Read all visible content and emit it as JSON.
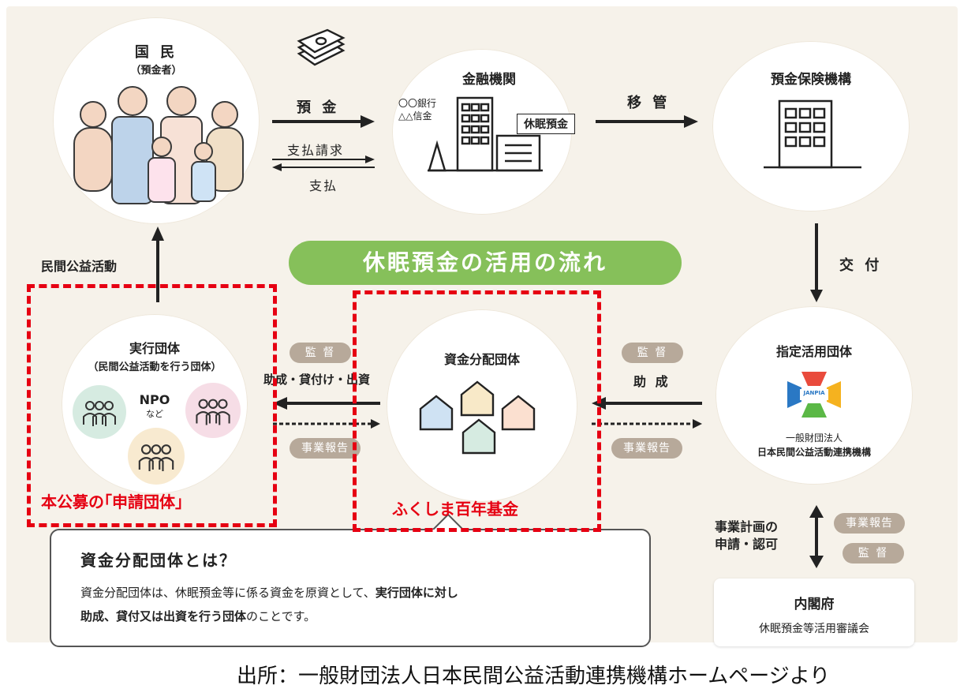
{
  "citizens": {
    "title": "国 民",
    "subtitle": "（預金者）"
  },
  "bank": {
    "title": "金融機関",
    "label1": "〇〇銀行",
    "label2": "△△信金",
    "dormant_tag": "休眠預金"
  },
  "dic": {
    "title": "預金保険機構"
  },
  "flows": {
    "deposit": "預 金",
    "payment_request": "支払請求",
    "payment": "支払",
    "transfer": "移 管",
    "grant_issue": "交 付",
    "public_activity": "民間公益活動",
    "grant": "助 成",
    "grant_loan_invest": "助成・貸付け・出資",
    "plan": "事業計画の\n申請・認可"
  },
  "pills": {
    "supervise": "監 督",
    "report": "事業報告"
  },
  "banner": "休眠預金の活用の流れ",
  "implementing": {
    "title": "実行団体",
    "subtitle": "（民間公益活動を行う団体）",
    "npo": "NPO",
    "npo_sub": "など"
  },
  "distribution": {
    "title": "資金分配団体"
  },
  "designated": {
    "title": "指定活用団体",
    "logo_text": "JANPIA",
    "org_type": "一般財団法人",
    "org_name": "日本民間公益活動連携機構"
  },
  "cabinet": {
    "title": "内閣府",
    "subtitle": "休眠預金等活用審議会"
  },
  "annotations": {
    "applicant": "本公募の｢申請団体｣",
    "fukushima": "ふくしま百年基金"
  },
  "callout": {
    "title": "資金分配団体とは？",
    "body_line1_a": "資金分配団体は、休眠預金等に係る資金を原資として、",
    "body_line1_b": "実行団体に対し",
    "body_line2_a": "助成、貸付又は出資を行う団体",
    "body_line2_b": "のことです。"
  },
  "footer": "出所：一般財団法人日本民間公益活動連携機構ホームページより",
  "colors": {
    "banner": "#86c05a",
    "red": "#e60012",
    "pill": "#b7a99a"
  }
}
